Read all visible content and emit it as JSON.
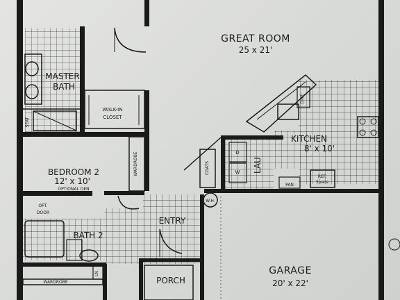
{
  "rooms": {
    "great_room": {
      "name": "GREAT ROOM",
      "size": "25 x 21'"
    },
    "master_bath": {
      "line1": "MASTER",
      "line2": "BATH"
    },
    "walk_in_closet": {
      "line1": "WALK-IN",
      "line2": "CLOSET"
    },
    "bedroom2": {
      "name": "BEDROOM 2",
      "size": "12' x 10'",
      "note": "OPTIONAL DEN"
    },
    "kitchen": {
      "name": "KITCHEN",
      "size": "8' x 10'"
    },
    "laundry": "LAU",
    "entry": "ENTRY",
    "bath2": "BATH 2",
    "garage": {
      "name": "GARAGE",
      "size": "20' x 22'"
    },
    "porch": "PORCH"
  },
  "labels": {
    "seat": "SEAT",
    "wardrobe_vertical": "WARDROBE",
    "wardrobe_bottom": "WARDROBE",
    "coats": "COATS",
    "water_heater": "W.H.",
    "washer": "W",
    "dryer": "D",
    "dishwasher": "D/W",
    "pantry": "PAN",
    "ref_space_1": "REF.",
    "ref_space_2": "Space",
    "opt_door_1": "OPT.",
    "opt_door_2": "DOOR",
    "linen": "LN"
  }
}
